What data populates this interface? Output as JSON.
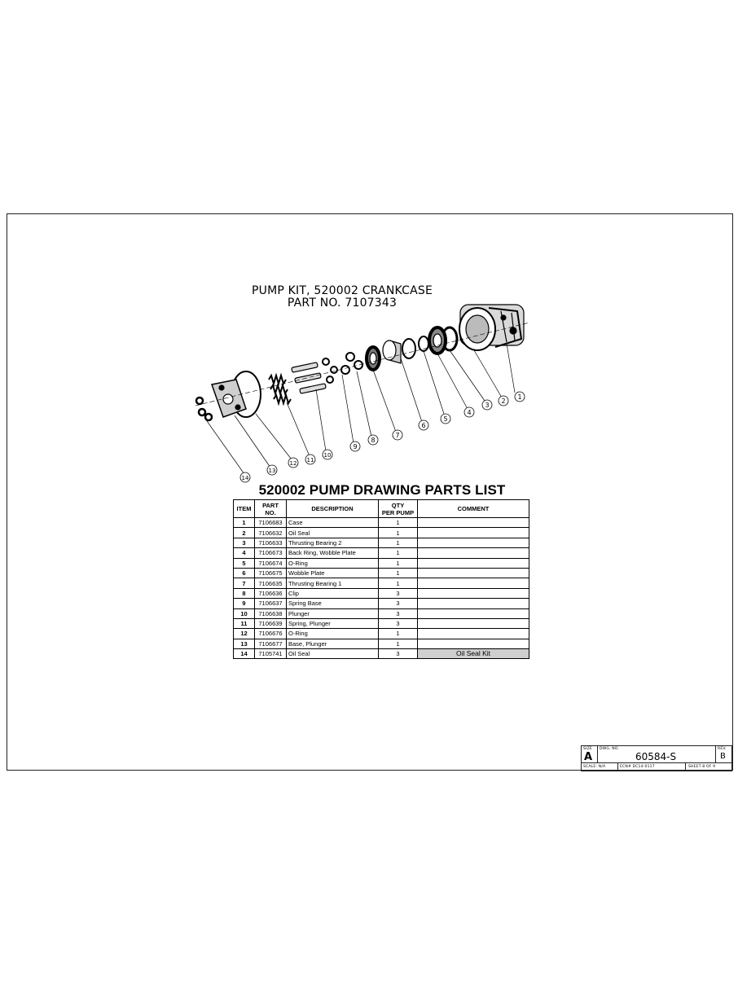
{
  "drawing": {
    "title_line1": "PUMP KIT, 520002 CRANKCASE",
    "title_line2": "PART NO. 7107343",
    "callouts": [
      "1",
      "2",
      "3",
      "4",
      "5",
      "6",
      "7",
      "8",
      "9",
      "10",
      "11",
      "12",
      "13",
      "14"
    ]
  },
  "parts_table": {
    "title": "520002  PUMP DRAWING PARTS LIST",
    "headers": {
      "item": "ITEM",
      "part_no": "PART NO.",
      "description": "DESCRIPTION",
      "qty_line1": "QTY",
      "qty_line2": "PER PUMP",
      "comment": "COMMENT"
    },
    "rows": [
      {
        "item": "1",
        "part_no": "7106683",
        "description": "Case",
        "qty": "1",
        "comment": ""
      },
      {
        "item": "2",
        "part_no": "7106632",
        "description": "Oil Seal",
        "qty": "1",
        "comment": ""
      },
      {
        "item": "3",
        "part_no": "7106633",
        "description": "Thrusting Bearing 2",
        "qty": "1",
        "comment": ""
      },
      {
        "item": "4",
        "part_no": "7106673",
        "description": "Back Ring, Wobble Plate",
        "qty": "1",
        "comment": ""
      },
      {
        "item": "5",
        "part_no": "7106674",
        "description": "O-Ring",
        "qty": "1",
        "comment": ""
      },
      {
        "item": "6",
        "part_no": "7106675",
        "description": "Wobble Plate",
        "qty": "1",
        "comment": ""
      },
      {
        "item": "7",
        "part_no": "7106635",
        "description": "Thrusting Bearing 1",
        "qty": "1",
        "comment": ""
      },
      {
        "item": "8",
        "part_no": "7106636",
        "description": "Clip",
        "qty": "3",
        "comment": ""
      },
      {
        "item": "9",
        "part_no": "7106637",
        "description": "Spring Base",
        "qty": "3",
        "comment": ""
      },
      {
        "item": "10",
        "part_no": "7106638",
        "description": "Plunger",
        "qty": "3",
        "comment": ""
      },
      {
        "item": "11",
        "part_no": "7106639",
        "description": "Spring, Plunger",
        "qty": "3",
        "comment": ""
      },
      {
        "item": "12",
        "part_no": "7106676",
        "description": "O-Ring",
        "qty": "1",
        "comment": ""
      },
      {
        "item": "13",
        "part_no": "7106677",
        "description": "Base, Plunger",
        "qty": "1",
        "comment": ""
      },
      {
        "item": "14",
        "part_no": "7105741",
        "description": "Oil Seal",
        "qty": "3",
        "comment": "Oil Seal Kit"
      }
    ]
  },
  "title_block": {
    "size_label": "SIZE",
    "size_value": "A",
    "dwg_label": "DWG. NO.",
    "dwg_value": "60584-S",
    "rev_label": "REV.",
    "rev_value": "B",
    "scale": "SCALE: N/A",
    "ecn": "ECN# DC14-0117",
    "sheet": "SHEET 8 OF 9"
  },
  "colors": {
    "ink": "#000000",
    "comment_highlight": "#cfcfcf"
  }
}
